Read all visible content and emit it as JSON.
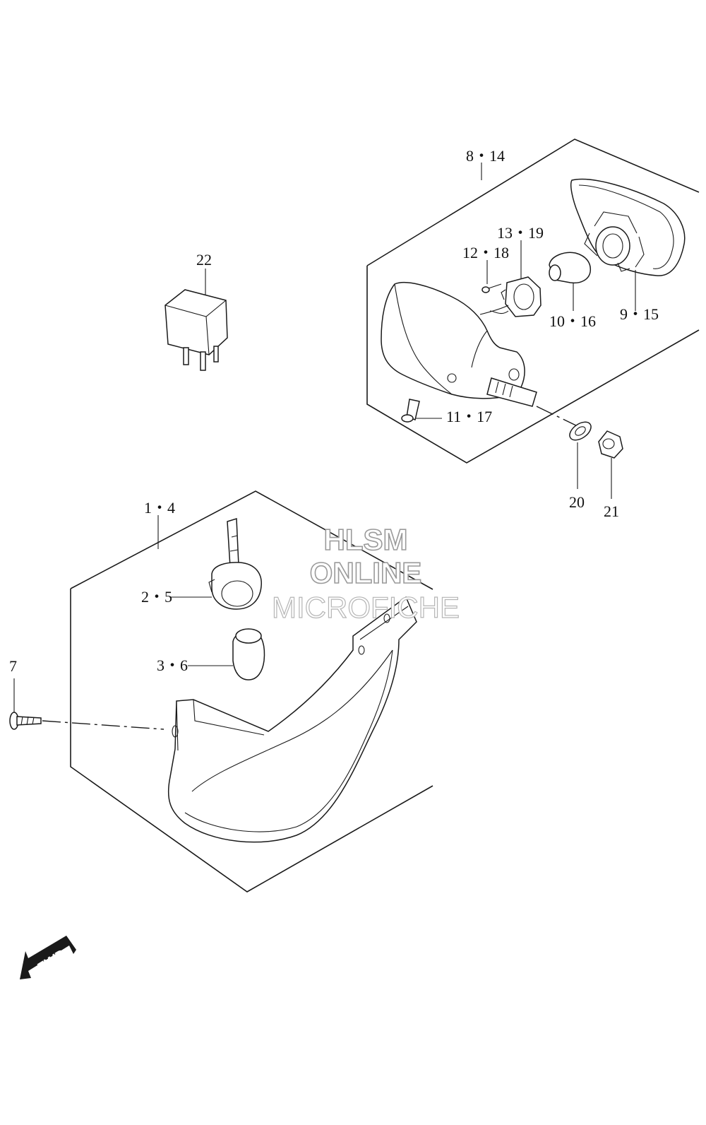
{
  "diagram": {
    "callouts": {
      "c22": "22",
      "c8_14": "8・14",
      "c13_19": "13・19",
      "c12_18": "12・18",
      "c10_16": "10・16",
      "c9_15": "9・15",
      "c11_17": "11・17",
      "c20": "20",
      "c21": "21",
      "c1_4": "1・4",
      "c2_5": "2・5",
      "c3_6": "3・6",
      "c7": "7"
    },
    "watermark": {
      "line1": "HLSM",
      "line2": "ONLINE",
      "line3": "MICROFICHE"
    },
    "direction_arrow": "FWD"
  }
}
